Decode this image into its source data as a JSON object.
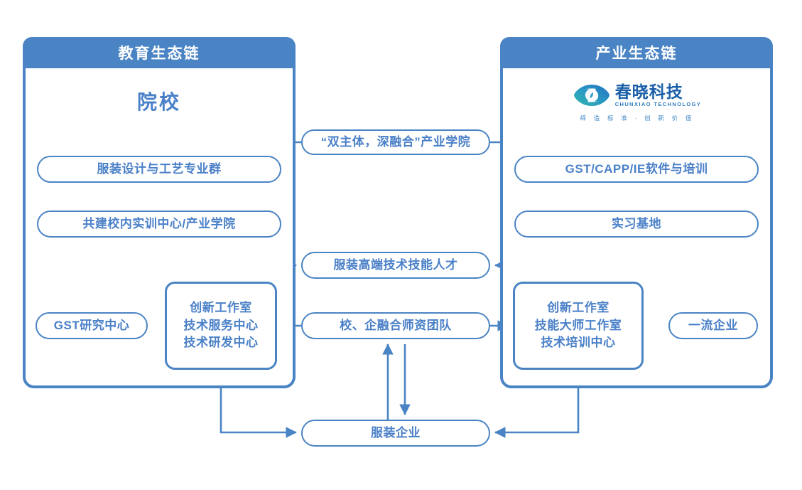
{
  "diagram": {
    "title_left": "教育生态链",
    "title_right": "产业生态链",
    "accent": "#4a84c4",
    "text_blue": "#4a80c8",
    "header_text": "#ffffff"
  },
  "panels": {
    "education": {
      "header": "教育生态链",
      "subtitle": "院校",
      "nodes": {
        "major_group": "服装设计与工艺专业群",
        "training_center": "共建校内实训中心/产业学院",
        "gst_research": "GST研究中心",
        "innovation": [
          "创新工作室",
          "技术服务中心",
          "技术研发中心"
        ]
      }
    },
    "industry": {
      "header": "产业生态链",
      "logo": {
        "icon": "chunxiao-eye-logo-icon",
        "name_cn": "春晓科技",
        "name_en": "CHUNXIAO TECHNOLOGY",
        "tagline": "缔 造 标 准 · 创 新 价 值",
        "gradient_from": "#2fb6b0",
        "gradient_to": "#1f6fc0"
      },
      "nodes": {
        "software_training": "GST/CAPP/IE软件与培训",
        "practice_base": "实习基地",
        "innovation": [
          "创新工作室",
          "技能大师工作室",
          "技术培训中心"
        ],
        "top_enterprise": "一流企业"
      }
    }
  },
  "center_nodes": {
    "academy": "“双主体，深融合”产业学院",
    "talent": "服装高端技术技能人才",
    "teacher_team": "校、企融合师资团队",
    "apparel_enterprise": "服装企业"
  },
  "chart_data": {
    "type": "diagram",
    "title": "“双主体，深融合”产业学院 教育生态链 / 产业生态链 结构图",
    "nodes": [
      {
        "id": "panel_edu",
        "label": "教育生态链",
        "group": "panel"
      },
      {
        "id": "panel_ind",
        "label": "产业生态链",
        "group": "panel"
      },
      {
        "id": "academy",
        "label": "“双主体，深融合”产业学院",
        "group": "center"
      },
      {
        "id": "yuanxiao",
        "label": "院校",
        "group": "education"
      },
      {
        "id": "logo",
        "label": "春晓科技 CHUNXIAO TECHNOLOGY",
        "group": "industry"
      },
      {
        "id": "major",
        "label": "服装设计与工艺专业群",
        "group": "education"
      },
      {
        "id": "trainctr",
        "label": "共建校内实训中心/产业学院",
        "group": "education"
      },
      {
        "id": "gstsoft",
        "label": "GST/CAPP/IE软件与培训",
        "group": "industry"
      },
      {
        "id": "practice",
        "label": "实习基地",
        "group": "industry"
      },
      {
        "id": "talent",
        "label": "服装高端技术技能人才",
        "group": "center"
      },
      {
        "id": "gstres",
        "label": "GST研究中心",
        "group": "education"
      },
      {
        "id": "innoL",
        "label": "创新工作室/技术服务中心/技术研发中心",
        "group": "education"
      },
      {
        "id": "teachers",
        "label": "校、企融合师资团队",
        "group": "center"
      },
      {
        "id": "innoR",
        "label": "创新工作室/技能大师工作室/技术培训中心",
        "group": "industry"
      },
      {
        "id": "topent",
        "label": "一流企业",
        "group": "industry"
      },
      {
        "id": "apparel",
        "label": "服装企业",
        "group": "center"
      }
    ],
    "edges": [
      {
        "from": "academy",
        "to": "major",
        "dir": "one-way"
      },
      {
        "from": "academy",
        "to": "gstsoft",
        "dir": "one-way"
      },
      {
        "from": "major",
        "to": "trainctr",
        "dir": "one-way"
      },
      {
        "from": "gstsoft",
        "to": "practice",
        "dir": "one-way"
      },
      {
        "from": "trainctr",
        "to": "talent",
        "dir": "one-way"
      },
      {
        "from": "practice",
        "to": "talent",
        "dir": "one-way"
      },
      {
        "from": "gstres",
        "to": "innoL",
        "dir": "one-way"
      },
      {
        "from": "teachers",
        "to": "innoL",
        "dir": "one-way"
      },
      {
        "from": "teachers",
        "to": "innoR",
        "dir": "one-way"
      },
      {
        "from": "topent",
        "to": "innoR",
        "dir": "one-way"
      },
      {
        "from": "innoL",
        "to": "apparel",
        "dir": "one-way"
      },
      {
        "from": "innoR",
        "to": "apparel",
        "dir": "one-way"
      },
      {
        "from": "apparel",
        "to": "teachers",
        "dir": "two-way"
      }
    ]
  }
}
